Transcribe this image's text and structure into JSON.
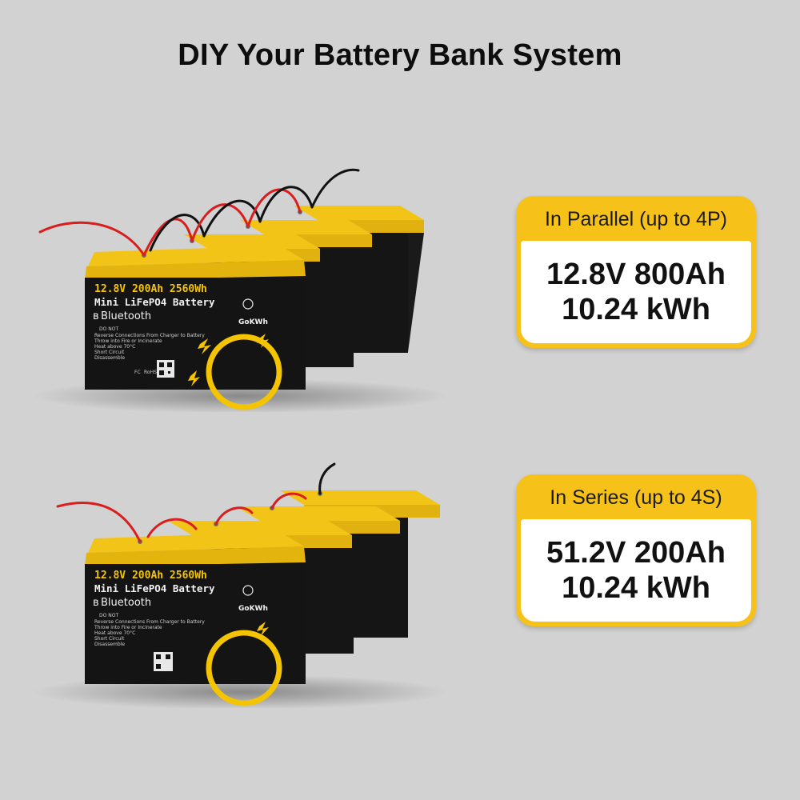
{
  "title": "DIY Your Battery Bank System",
  "battery": {
    "spec_line": "12.8V 200Ah 2560Wh",
    "name_line": "Mini LiFePO4 Battery",
    "bluetooth_line": "Bluetooth",
    "brand": "GoKWh",
    "do_not": "DO NOT",
    "rohs": "RoHS",
    "fc": "FC",
    "warnings": [
      "Reverse Connections From Charger to Battery",
      "Throw into Fire or Incinerate",
      "Heat above 70°C",
      "Short Circuit",
      "Disassemble"
    ]
  },
  "cards": [
    {
      "heading": "In Parallel (up to 4P)",
      "line1": "12.8V 800Ah",
      "line2": "10.24 kWh"
    },
    {
      "heading": "In Series (up to 4S)",
      "line1": "51.2V 200Ah",
      "line2": "10.24 kWh"
    }
  ],
  "colors": {
    "accent_yellow": "#f6c21a",
    "battery_yellow": "#f2c418",
    "battery_black": "#141414",
    "wire_red": "#d81e1e",
    "wire_black": "#111111",
    "background": "#d2d2d2"
  }
}
